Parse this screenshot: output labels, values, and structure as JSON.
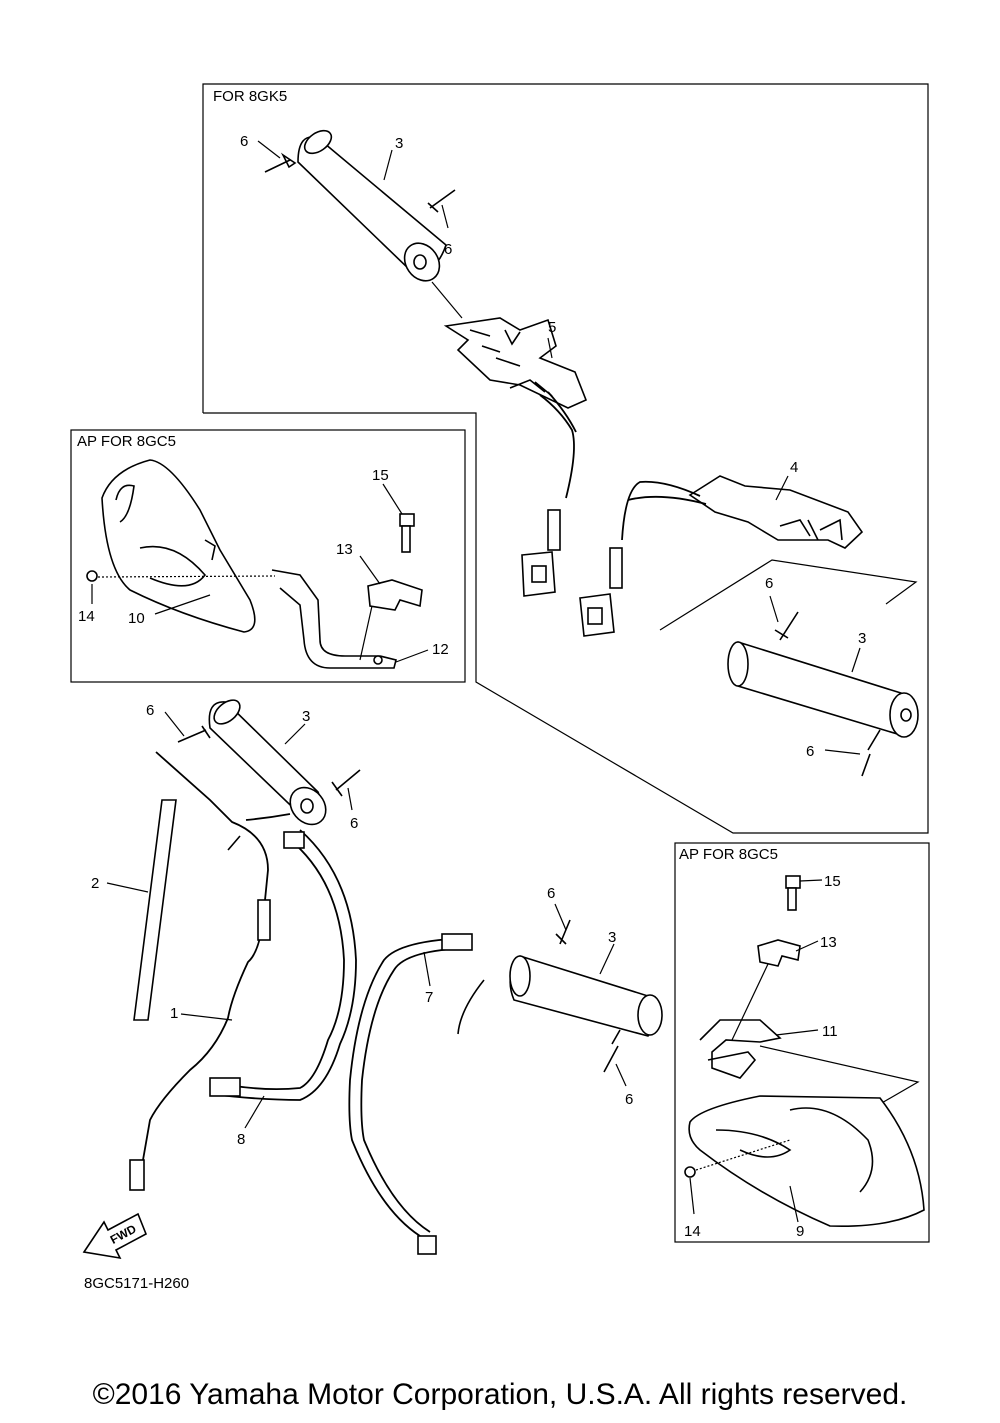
{
  "boxes": {
    "for_8gk5": "FOR 8GK5",
    "ap_8gc5_left": "AP  FOR 8GC5",
    "ap_8gc5_right": "AP  FOR 8GC5"
  },
  "callouts": {
    "c1": "1",
    "c2": "2",
    "c3a": "3",
    "c3b": "3",
    "c3c": "3",
    "c3d": "3",
    "c4": "4",
    "c5": "5",
    "c6a": "6",
    "c6b": "6",
    "c6c": "6",
    "c6d": "6",
    "c6e": "6",
    "c6f": "6",
    "c6g": "6",
    "c6h": "6",
    "c7": "7",
    "c8": "8",
    "c9": "9",
    "c10": "10",
    "c11": "11",
    "c12": "12",
    "c13a": "13",
    "c13b": "13",
    "c14a": "14",
    "c14b": "14",
    "c15a": "15",
    "c15b": "15"
  },
  "fwd_label": "FWD",
  "diagram_code": "8GC5171-H260",
  "copyright": "©2016 Yamaha Motor Corporation, U.S.A. All rights reserved."
}
